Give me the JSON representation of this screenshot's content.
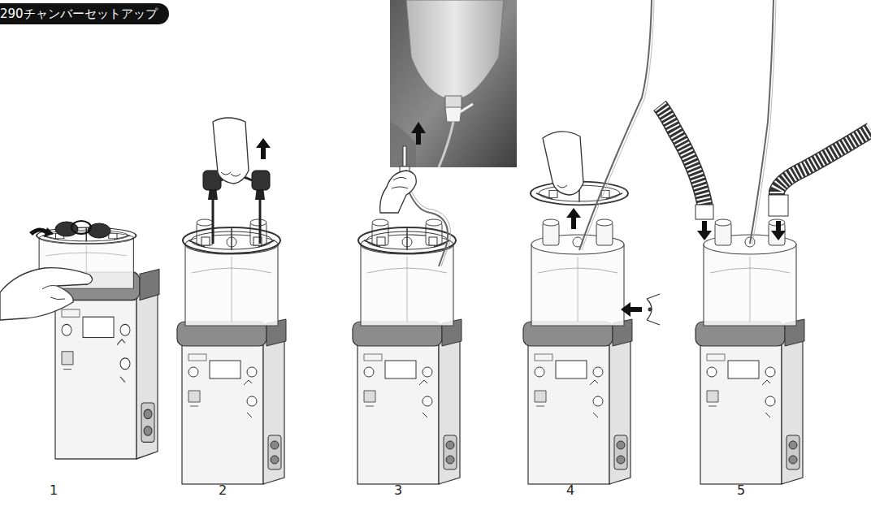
{
  "diagram": {
    "title": "290チャンバーセットアップ",
    "labels": [
      "1",
      "2",
      "3",
      "4",
      "5"
    ]
  }
}
